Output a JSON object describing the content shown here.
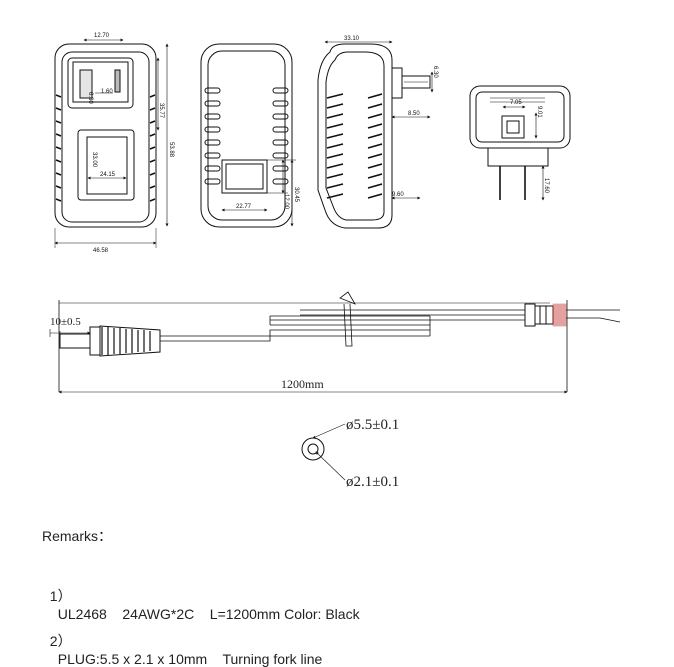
{
  "dimensions": {
    "front_top_width": "12.70",
    "front_slot_height": "6.30",
    "front_pin_width": "1.60",
    "front_inner_height": "33.00",
    "front_inner_width": "24.15",
    "front_upper_height": "35.77",
    "front_total_height": "53.88",
    "front_total_width": "46.58",
    "back_window_width": "22.77",
    "back_window_height": "12.00",
    "back_window_offset": "30.45",
    "side_depth": "33.10",
    "side_prong_height": "6.30",
    "side_prong_length": "8.50",
    "side_bottom_offset": "9.60",
    "bottom_square_width": "7.05",
    "bottom_square_height": "9.01",
    "bottom_prong_length": "17.60"
  },
  "cable": {
    "plug_tip_length": "10±0.5",
    "length": "1200mm",
    "outer_diameter": "ø5.5±0.1",
    "inner_diameter": "ø2.1±0.1"
  },
  "remarks": {
    "title": "Remarks：",
    "item1_index": "1）",
    "item1_text": "UL2468    24AWG*2C    L=1200mm Color: Black",
    "item2_index": "2）",
    "item2_text": "PLUG:5.5 x 2.1 x 10mm    Turning fork line"
  }
}
